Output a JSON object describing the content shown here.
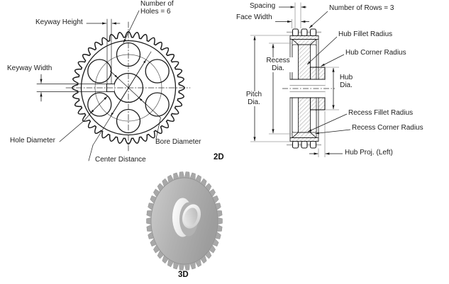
{
  "front_view": {
    "hole_count": 6,
    "tooth_count": 40,
    "view_label": "2D",
    "labels": {
      "number_of_holes_line1": "Number of",
      "number_of_holes_line2": "Holes = 6",
      "keyway_height": "Keyway Height",
      "keyway_width": "Keyway Width",
      "hole_diameter": "Hole Diameter",
      "center_distance": "Center Distance",
      "bore_diameter": "Bore Diameter"
    }
  },
  "side_view": {
    "row_count": 3,
    "labels": {
      "spacing": "Spacing",
      "face_width": "Face Width",
      "number_of_rows": "Number of Rows = 3",
      "hub_fillet_radius": "Hub Fillet Radius",
      "hub_corner_radius": "Hub Corner Radius",
      "recess_dia_line1": "Recess",
      "recess_dia_line2": "Dia.",
      "pitch_dia_line1": "Pitch",
      "pitch_dia_line2": "Dia.",
      "hub_dia_line1": "Hub",
      "hub_dia_line2": "Dia.",
      "recess_fillet_radius": "Recess Fillet Radius",
      "recess_corner_radius": "Recess Corner Radius",
      "hub_proj": "Hub Proj. (Left)"
    }
  },
  "render_view": {
    "view_label": "3D"
  },
  "colors": {
    "line": "#1a1a1a",
    "extension_gray": "#9a9a9a",
    "hatch": "#4f4f4f",
    "gear_body": "#b2b2b2",
    "gear_highlight": "#f8f8f8"
  }
}
